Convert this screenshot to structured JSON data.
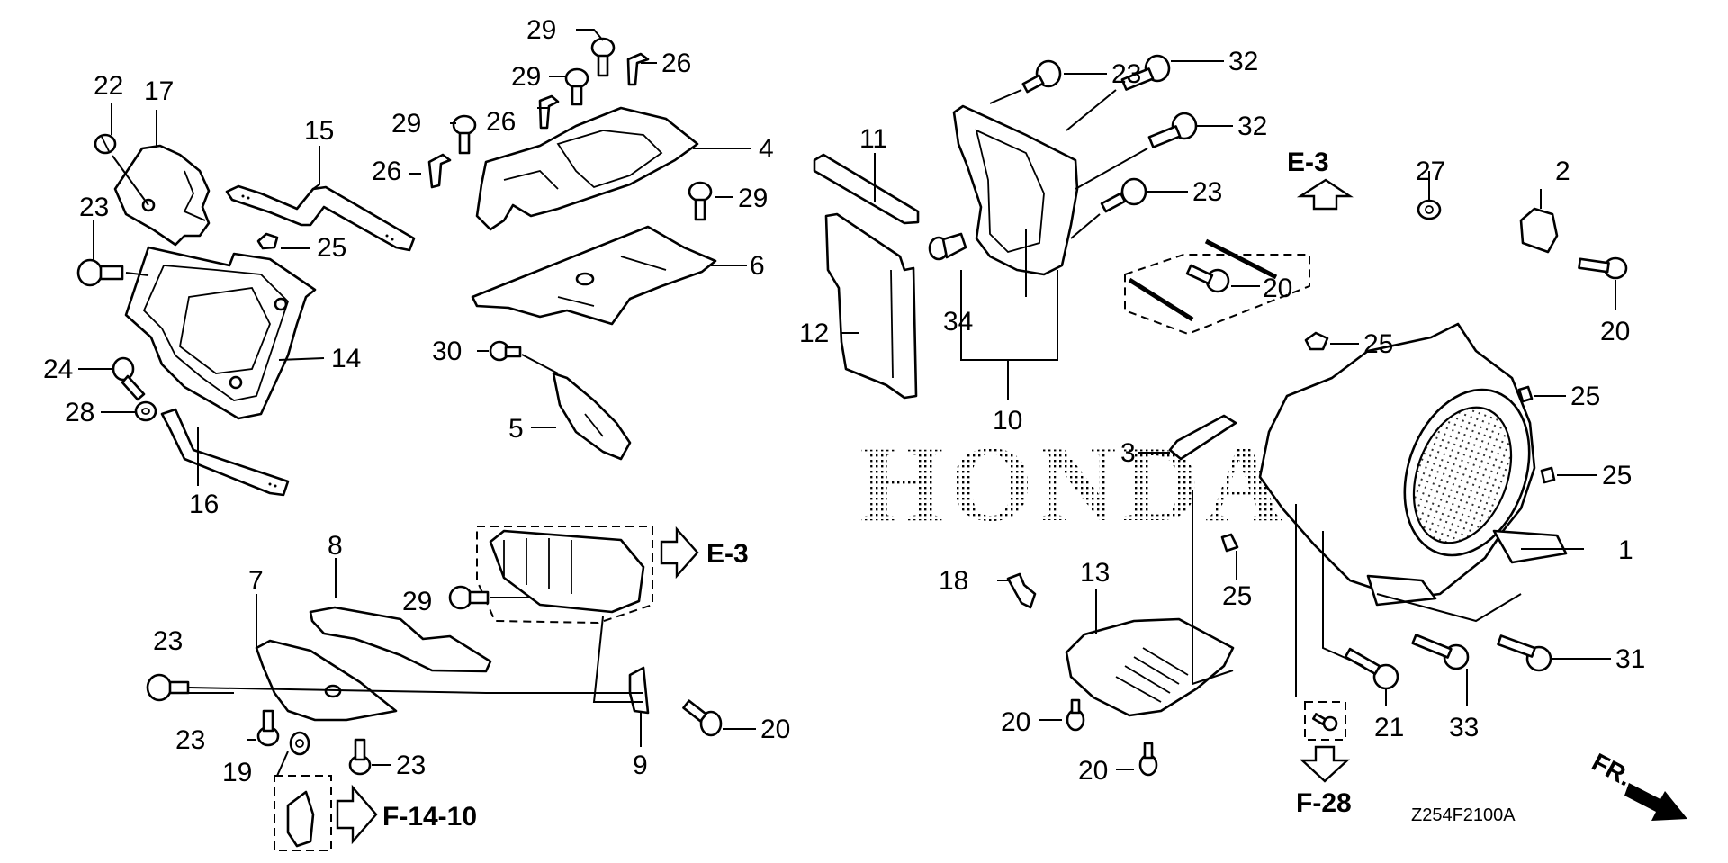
{
  "diagram": {
    "title": "Honda parts exploded view",
    "watermark": "HONDA",
    "drawing_code": "Z254F2100A",
    "front_indicator": "FR.",
    "callouts": [
      {
        "id": "c1",
        "label": "1"
      },
      {
        "id": "c2",
        "label": "2"
      },
      {
        "id": "c3",
        "label": "3"
      },
      {
        "id": "c4",
        "label": "4"
      },
      {
        "id": "c5",
        "label": "5"
      },
      {
        "id": "c6",
        "label": "6"
      },
      {
        "id": "c7",
        "label": "7"
      },
      {
        "id": "c8",
        "label": "8"
      },
      {
        "id": "c9",
        "label": "9"
      },
      {
        "id": "c10",
        "label": "10"
      },
      {
        "id": "c11",
        "label": "11"
      },
      {
        "id": "c12",
        "label": "12"
      },
      {
        "id": "c13",
        "label": "13"
      },
      {
        "id": "c14",
        "label": "14"
      },
      {
        "id": "c15",
        "label": "15"
      },
      {
        "id": "c16",
        "label": "16"
      },
      {
        "id": "c17",
        "label": "17"
      },
      {
        "id": "c18",
        "label": "18"
      },
      {
        "id": "c19",
        "label": "19"
      },
      {
        "id": "c20a",
        "label": "20"
      },
      {
        "id": "c20b",
        "label": "20"
      },
      {
        "id": "c20c",
        "label": "20"
      },
      {
        "id": "c20d",
        "label": "20"
      },
      {
        "id": "c20e",
        "label": "20"
      },
      {
        "id": "c21",
        "label": "21"
      },
      {
        "id": "c22",
        "label": "22"
      },
      {
        "id": "c23a",
        "label": "23"
      },
      {
        "id": "c23b",
        "label": "23"
      },
      {
        "id": "c23c",
        "label": "23"
      },
      {
        "id": "c23d",
        "label": "23"
      },
      {
        "id": "c23e",
        "label": "23"
      },
      {
        "id": "c23f",
        "label": "23"
      },
      {
        "id": "c24",
        "label": "24"
      },
      {
        "id": "c25a",
        "label": "25"
      },
      {
        "id": "c25b",
        "label": "25"
      },
      {
        "id": "c25c",
        "label": "25"
      },
      {
        "id": "c25d",
        "label": "25"
      },
      {
        "id": "c25e",
        "label": "25"
      },
      {
        "id": "c26a",
        "label": "26"
      },
      {
        "id": "c26b",
        "label": "26"
      },
      {
        "id": "c26c",
        "label": "26"
      },
      {
        "id": "c27",
        "label": "27"
      },
      {
        "id": "c28",
        "label": "28"
      },
      {
        "id": "c29a",
        "label": "29"
      },
      {
        "id": "c29b",
        "label": "29"
      },
      {
        "id": "c29c",
        "label": "29"
      },
      {
        "id": "c29d",
        "label": "29"
      },
      {
        "id": "c29e",
        "label": "29"
      },
      {
        "id": "c30",
        "label": "30"
      },
      {
        "id": "c31",
        "label": "31"
      },
      {
        "id": "c32a",
        "label": "32"
      },
      {
        "id": "c32b",
        "label": "32"
      },
      {
        "id": "c33",
        "label": "33"
      },
      {
        "id": "c34",
        "label": "34"
      }
    ],
    "references": [
      {
        "id": "ref-e3-top",
        "label": "E-3",
        "direction": "up"
      },
      {
        "id": "ref-e3-mid",
        "label": "E-3",
        "direction": "right"
      },
      {
        "id": "ref-f28",
        "label": "F-28",
        "direction": "down"
      },
      {
        "id": "ref-f1410",
        "label": "F-14-10",
        "direction": "right"
      }
    ]
  }
}
